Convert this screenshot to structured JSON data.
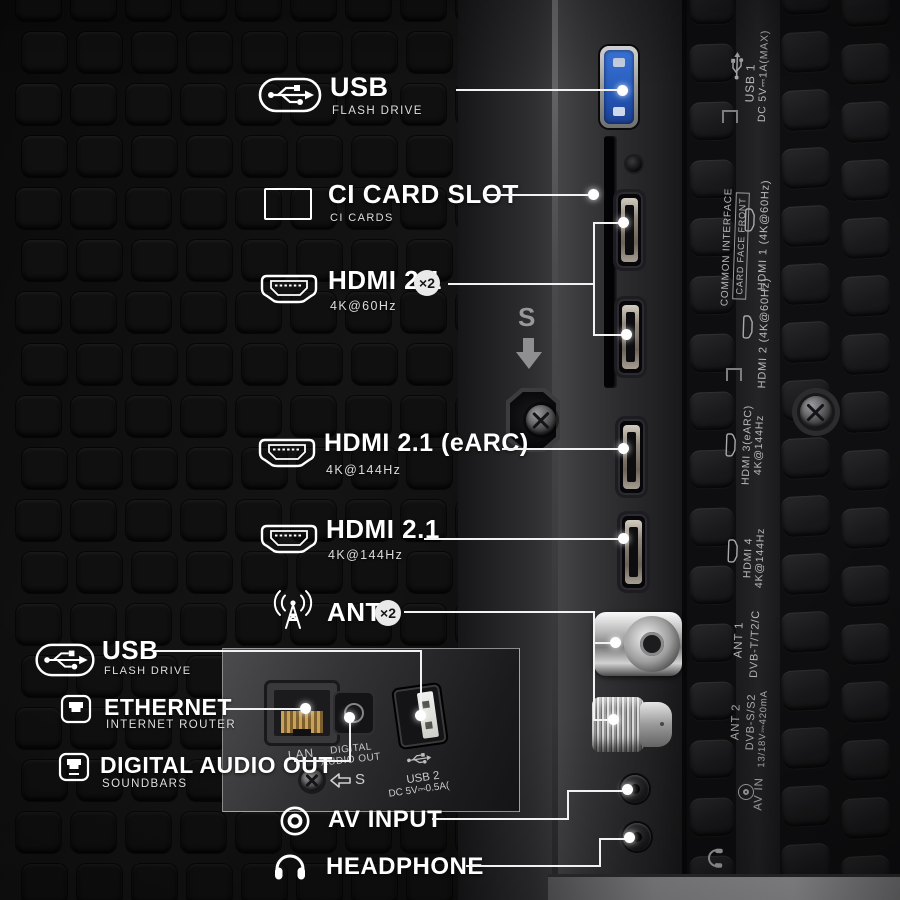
{
  "callouts": {
    "usb_top": {
      "title": "USB",
      "subtitle": "FLASH DRIVE"
    },
    "ci_card": {
      "title": "CI CARD SLOT",
      "subtitle": "CI CARDS"
    },
    "hdmi_x2": {
      "title": "HDMI 2.1",
      "badge": "×2",
      "subtitle": "4K@60Hz"
    },
    "hdmi_earc": {
      "title": "HDMI 2.1 (eARC)",
      "subtitle": "4K@144Hz"
    },
    "hdmi_single": {
      "title": "HDMI 2.1",
      "subtitle": "4K@144Hz"
    },
    "ant": {
      "title": "ANT",
      "badge": "×2"
    },
    "usb_bottom": {
      "title": "USB",
      "subtitle": "FLASH DRIVE"
    },
    "ethernet": {
      "title": "ETHERNET",
      "subtitle": "INTERNET ROUTER"
    },
    "digital_audio": {
      "title": "DIGITAL AUDIO OUT",
      "subtitle": "SOUNDBARS"
    },
    "av_input": {
      "title": "AV INPUT"
    },
    "headphone": {
      "title": "HEADPHONE"
    }
  },
  "panel_prints": {
    "usb1_line1": "USB 1",
    "usb1_line2": "DC 5V⎓1A(MAX)",
    "common_interface": "COMMON INTERFACE",
    "card_face_front": "CARD FACE FRONT",
    "hdmi1": "HDMI 1 (4K@60Hz)",
    "hdmi2": "HDMI 2 (4K@60Hz)",
    "hdmi3_line1": "HDMI 3(eARC)",
    "hdmi3_line2": "4K@144Hz",
    "hdmi4_line1": "HDMI 4",
    "hdmi4_line2": "4K@144Hz",
    "ant1_line1": "ANT 1",
    "ant1_line2": "DVB-T/T2/C",
    "ant2_line1": "ANT 2",
    "ant2_line2": "DVB-S/S2",
    "ant2_line3": "13/18V⎓420mA",
    "av_in": "AV IN"
  },
  "inset_prints": {
    "lan": "LAN",
    "digital_line1": "DIGITAL",
    "digital_line2": "AUDIO OUT",
    "usb2": "USB 2",
    "usb2_power": "DC 5V⎓0.5A(",
    "s_mark": "S"
  },
  "cover_marks": {
    "s": "S"
  },
  "colors": {
    "usb3_blue": "#2b63c9",
    "callout_line": "#f2f2f2",
    "panel_print": "#b9b9b9"
  }
}
